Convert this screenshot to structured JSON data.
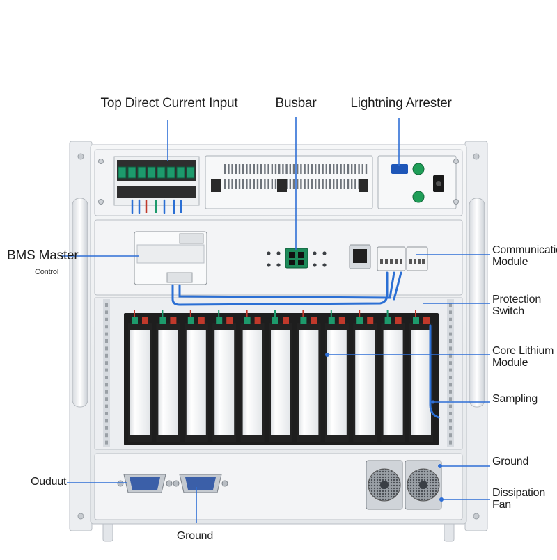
{
  "labels": {
    "top_dc_input": "Top Direct Current Input",
    "busbar": "Busbar",
    "lightning_arrester": "Lightning Arrester",
    "bms_master": "BMS Master",
    "bms_master_sub": "Control",
    "communication_module_line1": "Communication",
    "communication_module_line2": "Module",
    "protection_switch_line1": "Protection",
    "protection_switch_line2": "Switch",
    "core_lithium_line1": "Core Lithium Batt",
    "core_lithium_line2": "Module",
    "sampling": "Sampling",
    "ground_right": "Ground",
    "dissipation_fan_line1": "Dissipation",
    "dissipation_fan_line2": "Fan",
    "output": "Ouduut",
    "ground_bottom": "Ground"
  },
  "battery_cell_count": 11,
  "colors": {
    "leader_line": "#2f6fd6",
    "chassis": "#eef0f2",
    "chassis_edge": "#b9bec4",
    "cell_body": "#f4f5f6",
    "cell_base": "#222222",
    "terminal_green": "#1d9a6c",
    "terminal_red": "#c0392b",
    "cable_blue": "#2b6fd4",
    "indicator_green": "#1f9e58"
  }
}
